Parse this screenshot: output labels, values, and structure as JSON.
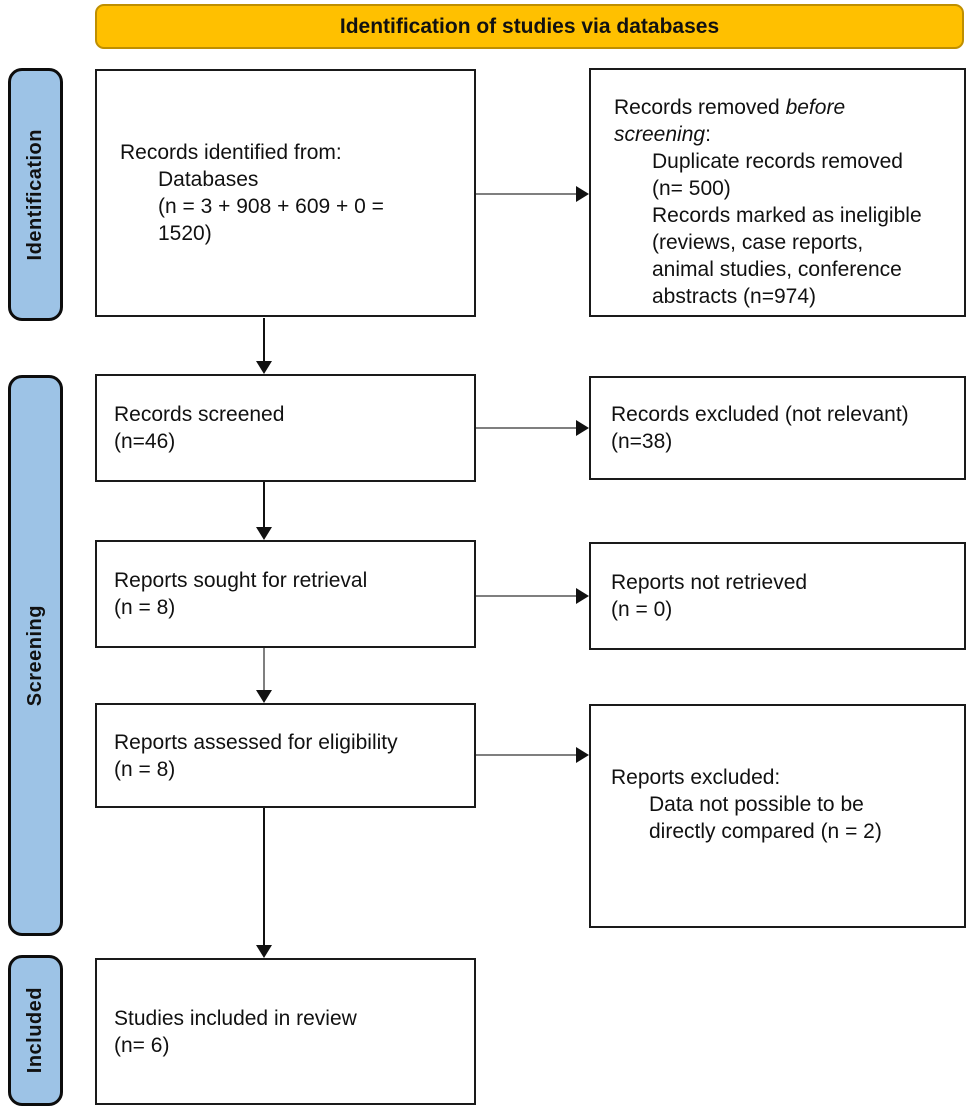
{
  "banner": {
    "title": "Identification of studies via databases"
  },
  "colors": {
    "banner_bg": "#FFC000",
    "banner_border": "#BF8F00",
    "sidebar_bg": "#9DC3E6",
    "sidebar_border": "#0d0d0d",
    "box_border": "#1a1a1a",
    "arrow_black": "#111111",
    "arrow_gray": "#7f7f7f"
  },
  "sidebar": {
    "identification_label": "Identification",
    "screening_label": "Screening",
    "included_label": "Included"
  },
  "flow": {
    "records_identified": {
      "lines": [
        {
          "text": "Records identified from:",
          "indent": false
        },
        {
          "text": "Databases",
          "indent": true
        },
        {
          "text": "(n = 3 + 908 + 609 + 0 =",
          "indent": true
        },
        {
          "text": "1520)",
          "indent": true
        }
      ]
    },
    "records_removed": {
      "lines": [
        {
          "segments": [
            {
              "text": "Records removed ",
              "italic": false
            },
            {
              "text": "before",
              "italic": true
            }
          ],
          "indent": false
        },
        {
          "segments": [
            {
              "text": "screening",
              "italic": true
            },
            {
              "text": ":",
              "italic": false
            }
          ],
          "indent": false
        },
        {
          "text": "Duplicate records removed",
          "indent": true
        },
        {
          "text": "(n= 500)",
          "indent": true
        },
        {
          "text": "Records marked as ineligible",
          "indent": true
        },
        {
          "text": "(reviews, case reports,",
          "indent": true
        },
        {
          "text": "animal studies, conference",
          "indent": true
        },
        {
          "text": "abstracts (n=974)",
          "indent": true
        }
      ]
    },
    "records_screened": {
      "lines": [
        {
          "text": "Records screened",
          "indent": false
        },
        {
          "text": "(n=46)",
          "indent": false
        }
      ]
    },
    "records_excluded": {
      "lines": [
        {
          "text": "Records excluded (not relevant)",
          "indent": false
        },
        {
          "text": "(n=38)",
          "indent": false
        }
      ]
    },
    "reports_sought": {
      "lines": [
        {
          "text": "Reports sought for retrieval",
          "indent": false
        },
        {
          "text": "(n = 8)",
          "indent": false
        }
      ]
    },
    "reports_not_retrieved": {
      "lines": [
        {
          "text": "Reports not retrieved",
          "indent": false
        },
        {
          "text": "(n = 0)",
          "indent": false
        }
      ]
    },
    "reports_assessed": {
      "lines": [
        {
          "text": "Reports assessed for eligibility",
          "indent": false
        },
        {
          "text": "(n = 8)",
          "indent": false
        }
      ]
    },
    "reports_excluded": {
      "lines": [
        {
          "text": "Reports excluded:",
          "indent": false
        },
        {
          "text": "Data not possible to be",
          "indent": true
        },
        {
          "text": "directly compared (n = 2)",
          "indent": true
        }
      ]
    },
    "studies_included": {
      "lines": [
        {
          "text": "Studies included in review",
          "indent": false
        },
        {
          "text": "(n= 6)",
          "indent": false
        }
      ]
    }
  }
}
